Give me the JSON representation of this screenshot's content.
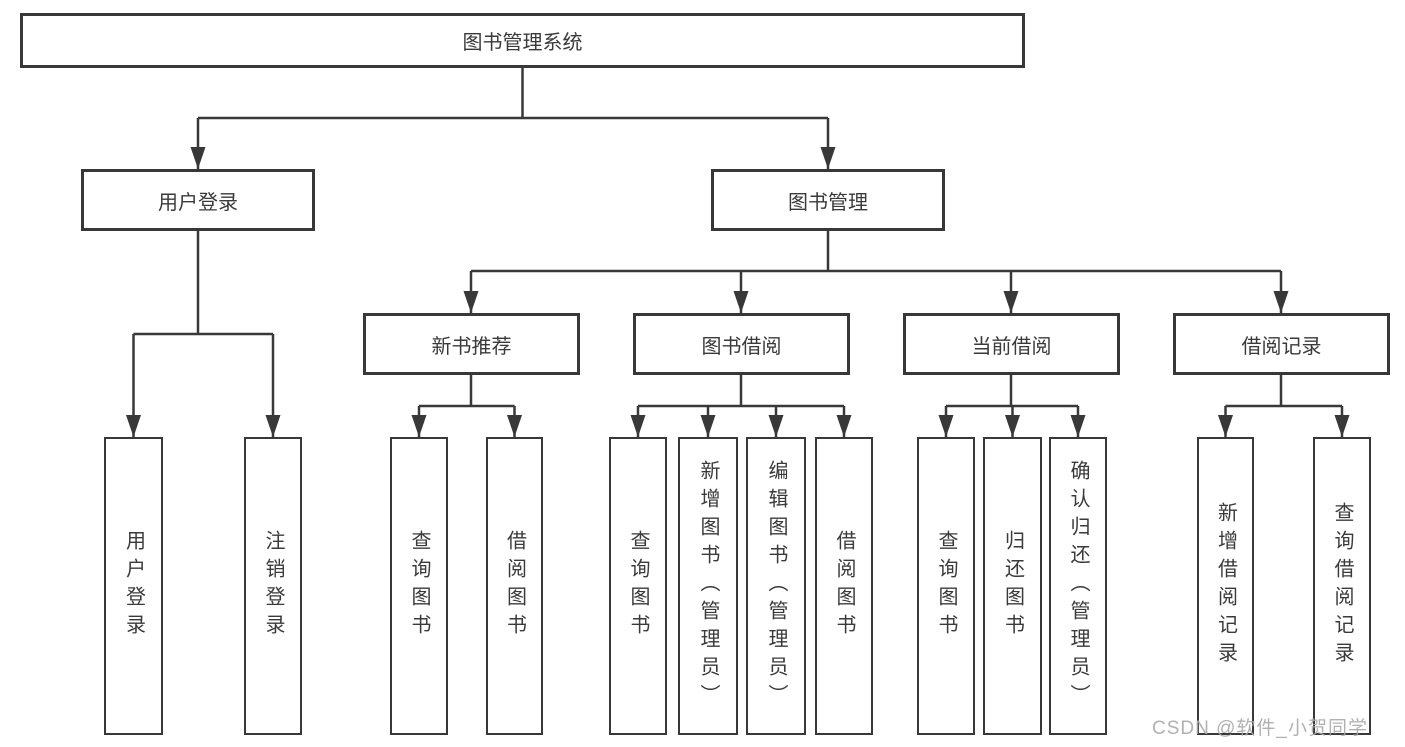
{
  "diagram": {
    "root": {
      "label": "图书管理系统"
    },
    "branches": [
      {
        "label": "用户登录",
        "children": [
          {
            "label": "用户登录"
          },
          {
            "label": "注销登录"
          }
        ]
      },
      {
        "label": "图书管理",
        "groups": [
          {
            "label": "新书推荐",
            "children": [
              {
                "label": "查询图书"
              },
              {
                "label": "借阅图书"
              }
            ]
          },
          {
            "label": "图书借阅",
            "children": [
              {
                "label": "查询图书"
              },
              {
                "label": "新增图书（管理员）"
              },
              {
                "label": "编辑图书（管理员）"
              },
              {
                "label": "借阅图书"
              }
            ]
          },
          {
            "label": "当前借阅",
            "children": [
              {
                "label": "查询图书"
              },
              {
                "label": "归还图书"
              },
              {
                "label": "确认归还（管理员）"
              }
            ]
          },
          {
            "label": "借阅记录",
            "children": [
              {
                "label": "新增借阅记录"
              },
              {
                "label": "查询借阅记录"
              }
            ]
          }
        ]
      }
    ],
    "watermark": "CSDN @软件_小贺同学",
    "colors": {
      "line": "#383838",
      "text": "#3a3a3a",
      "watermark": "#a9a9a9",
      "background": "#ffffff"
    }
  }
}
